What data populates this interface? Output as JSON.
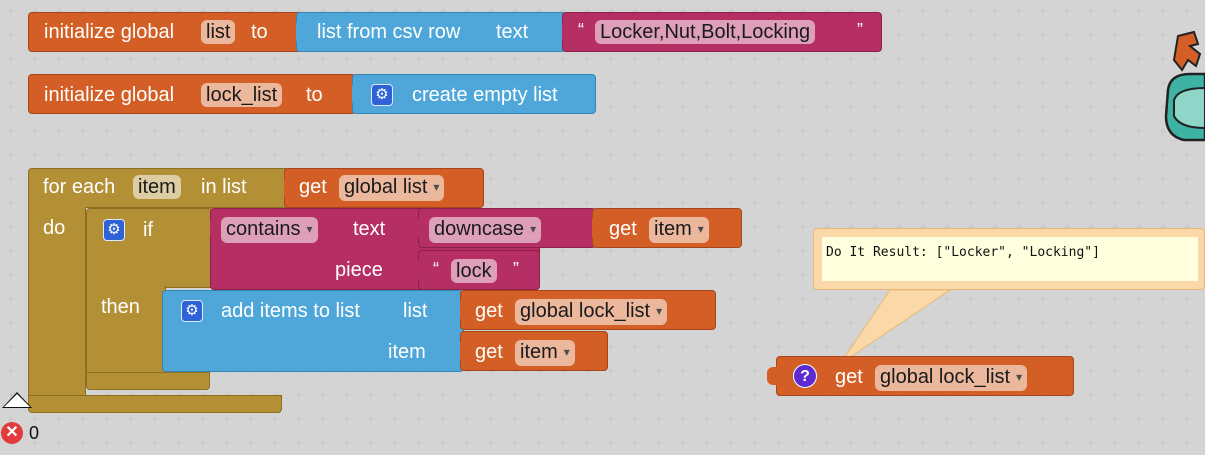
{
  "blocks": {
    "init_list": {
      "keyword": "initialize global",
      "var_name": "list",
      "to": "to",
      "csv_label": "list from csv row",
      "text_label": "text",
      "string_open": "“",
      "string_value": "Locker,Nut,Bolt,Locking",
      "string_close": "”"
    },
    "init_lock_list": {
      "keyword": "initialize global",
      "var_name": "lock_list",
      "to": "to",
      "empty_list_label": "create empty list"
    },
    "for_each": {
      "for_each_label": "for each",
      "item_var": "item",
      "in_list_label": "in list",
      "do_label": "do",
      "get_label": "get",
      "get_var": "global list"
    },
    "if_block": {
      "if_label": "if",
      "then_label": "then",
      "contains_dropdown": "contains",
      "text_label": "text",
      "downcase_dropdown": "downcase",
      "get_label": "get",
      "get_var": "item",
      "piece_label": "piece",
      "string_open": "“",
      "piece_value": "lock",
      "string_close": "”"
    },
    "add_items": {
      "label": "add items to list",
      "list_label": "list",
      "get_label": "get",
      "list_var": "global lock_list",
      "item_label": "item",
      "item_get_label": "get",
      "item_var": "item"
    },
    "standalone_get": {
      "get_label": "get",
      "var_name": "global lock_list",
      "help_icon": "question-icon"
    }
  },
  "comment": {
    "text": "Do It Result: [\"Locker\", \"Locking\"]"
  },
  "status": {
    "error_count": "0",
    "icons": [
      "warning-icon",
      "error-icon"
    ]
  },
  "colors": {
    "variable_orange": "#d35f26",
    "list_blue": "#4fa6d8",
    "text_magenta": "#b52e64",
    "control_olive": "#b39035",
    "comment_bg": "#ffffdd"
  }
}
